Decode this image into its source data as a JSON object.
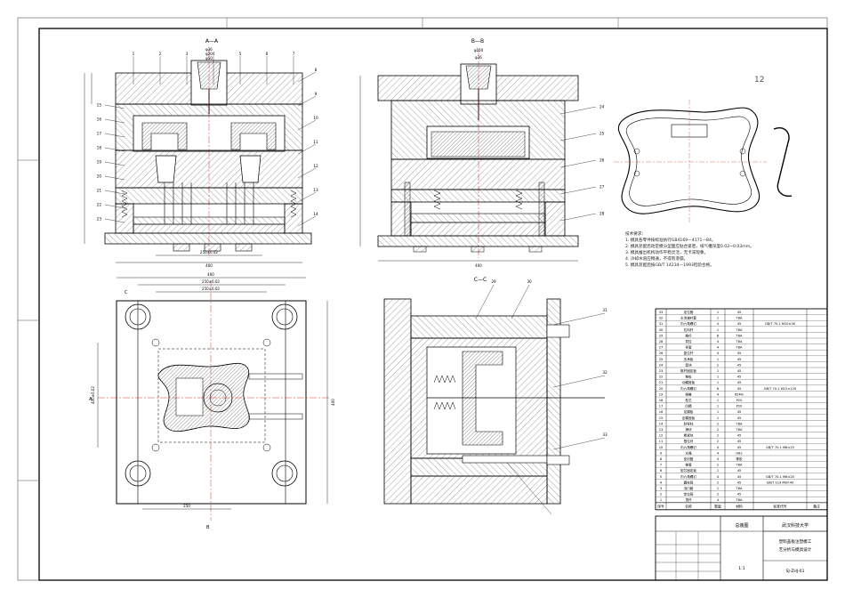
{
  "drawing": {
    "corner_mark": "12",
    "sections": {
      "aa": "A—A",
      "bb": "B—B",
      "cc": "C—C"
    },
    "section_markers": {
      "a": "A",
      "b": "B",
      "c": "C"
    },
    "dims": {
      "aa_top1": "φ20",
      "aa_top2": "φ36",
      "aa_top3": "φ50",
      "aa_bottom1": "250±0.02",
      "aa_bottom2": "400",
      "bb_top1": "φ100",
      "bb_top2": "φ36",
      "bb_bottom": "400",
      "plan_top1": "400",
      "plan_top2": "250±0.02",
      "plan_top3": "250±0.02",
      "plan_bottom": "250",
      "plan_left": "400±0.02",
      "plan_right": "400"
    },
    "part_numbers_aa_left": [
      "1",
      "2",
      "3",
      "4",
      "5",
      "6",
      "7",
      "8",
      "9",
      "10",
      "11",
      "12",
      "13",
      "14"
    ],
    "part_numbers_aa_right": [
      "15",
      "16",
      "17",
      "18",
      "19",
      "20",
      "21",
      "22",
      "23"
    ],
    "part_numbers_bb": [
      "24",
      "25",
      "26",
      "27",
      "28"
    ],
    "part_numbers_cc": [
      "29",
      "30",
      "31",
      "32",
      "33"
    ]
  },
  "tech_notes": {
    "heading": "技术要求：",
    "lines": [
      "1. 模具各零件按标准执行GB4169—4171—84。",
      "2. 模具装配后动定模分型面应贴合紧密，排气槽深度0.02~0.03mm。",
      "3. 模具推出机构动作平稳灵活，无卡滞现象。",
      "4. 冷却水道应畅通，不得有渗漏。",
      "5. 模具装配后按GB/T 14234—1993检验合格。"
    ]
  },
  "bom": {
    "headers": [
      "序号",
      "名称",
      "数量",
      "材料",
      "标准代号",
      "备注"
    ],
    "rows": [
      [
        "33",
        "定位圈",
        "1",
        "45",
        ""
      ],
      [
        "32",
        "主流道衬套",
        "1",
        "T8A",
        ""
      ],
      [
        "31",
        "内六角螺钉",
        "4",
        "45",
        "GB/T 70.1 M10×30"
      ],
      [
        "30",
        "拉料杆",
        "1",
        "T8A",
        ""
      ],
      [
        "29",
        "推杆",
        "8",
        "T8A",
        ""
      ],
      [
        "28",
        "导柱",
        "4",
        "T8A",
        ""
      ],
      [
        "27",
        "导套",
        "4",
        "T8A",
        ""
      ],
      [
        "26",
        "复位杆",
        "4",
        "45",
        ""
      ],
      [
        "25",
        "支承板",
        "1",
        "45",
        ""
      ],
      [
        "24",
        "垫块",
        "2",
        "45",
        ""
      ],
      [
        "23",
        "推杆固定板",
        "1",
        "45",
        ""
      ],
      [
        "22",
        "推板",
        "1",
        "45",
        ""
      ],
      [
        "21",
        "动模座板",
        "1",
        "45",
        ""
      ],
      [
        "20",
        "内六角螺钉",
        "6",
        "45",
        "GB/T 70.1 M12×120"
      ],
      [
        "19",
        "弹簧",
        "4",
        "65Mn",
        ""
      ],
      [
        "18",
        "型芯",
        "1",
        "P20",
        ""
      ],
      [
        "17",
        "凹模",
        "1",
        "P20",
        ""
      ],
      [
        "16",
        "定模板",
        "1",
        "45",
        ""
      ],
      [
        "15",
        "定模座板",
        "1",
        "45",
        ""
      ],
      [
        "14",
        "斜导柱",
        "2",
        "T8A",
        ""
      ],
      [
        "13",
        "滑块",
        "2",
        "T8A",
        ""
      ],
      [
        "12",
        "楔紧块",
        "2",
        "45",
        ""
      ],
      [
        "11",
        "限位块",
        "2",
        "45",
        ""
      ],
      [
        "10",
        "内六角螺钉",
        "4",
        "45",
        "GB/T 70.1 M8×25"
      ],
      [
        "9",
        "水嘴",
        "4",
        "H62",
        ""
      ],
      [
        "8",
        "密封圈",
        "4",
        "橡胶",
        ""
      ],
      [
        "7",
        "推管",
        "2",
        "T8A",
        ""
      ],
      [
        "6",
        "型芯固定板",
        "1",
        "45",
        ""
      ],
      [
        "5",
        "内六角螺钉",
        "4",
        "45",
        "GB/T 70.1 M6×20"
      ],
      [
        "4",
        "圆柱销",
        "2",
        "45",
        "GB/T 119 M8×40"
      ],
      [
        "3",
        "浇口套",
        "1",
        "T8A",
        ""
      ],
      [
        "2",
        "定位销",
        "2",
        "45",
        ""
      ],
      [
        "1",
        "顶杆",
        "4",
        "T8A",
        ""
      ]
    ]
  },
  "title_block": {
    "drawing_name": "总装图",
    "university": "武汉科技大学",
    "project_line1": "塑料盖板注塑模工",
    "project_line2": "艺分析与模具设计",
    "drawing_no": "SJ-ZHJ-01",
    "scale": "1:1"
  }
}
